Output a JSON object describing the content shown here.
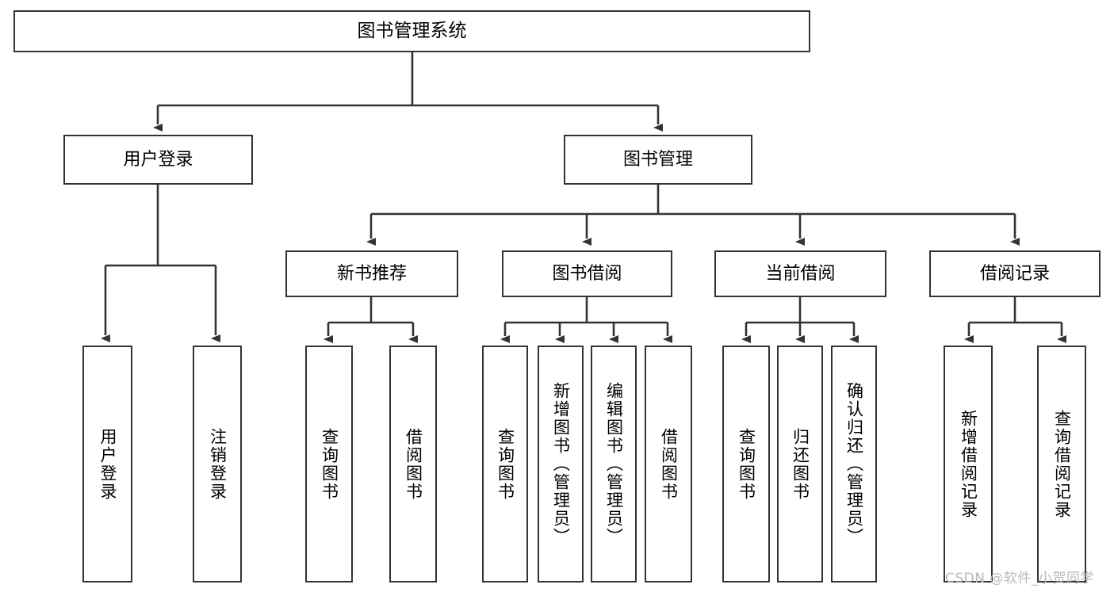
{
  "diagram": {
    "title": "图书管理系统",
    "root": {
      "id": "root",
      "label": "图书管理系统"
    },
    "level2": [
      {
        "id": "user-login",
        "label": "用户登录"
      },
      {
        "id": "book-manage",
        "label": "图书管理"
      }
    ],
    "level3": [
      {
        "id": "new-book-recommend",
        "label": "新书推荐"
      },
      {
        "id": "book-borrow",
        "label": "图书借阅"
      },
      {
        "id": "current-borrow",
        "label": "当前借阅"
      },
      {
        "id": "borrow-record",
        "label": "借阅记录"
      }
    ],
    "leaves": {
      "user_login": [
        {
          "id": "leaf-user-login",
          "label": "用户登录"
        },
        {
          "id": "leaf-logout",
          "label": "注销登录"
        }
      ],
      "new_book_recommend": [
        {
          "id": "leaf-query-book-1",
          "label": "查询图书"
        },
        {
          "id": "leaf-borrow-book-1",
          "label": "借阅图书"
        }
      ],
      "book_borrow": [
        {
          "id": "leaf-query-book-2",
          "label": "查询图书"
        },
        {
          "id": "leaf-add-book",
          "label": "新增图书（管理员）"
        },
        {
          "id": "leaf-edit-book",
          "label": "编辑图书（管理员）"
        },
        {
          "id": "leaf-borrow-book-2",
          "label": "借阅图书"
        }
      ],
      "current_borrow": [
        {
          "id": "leaf-query-book-3",
          "label": "查询图书"
        },
        {
          "id": "leaf-return-book",
          "label": "归还图书"
        },
        {
          "id": "leaf-confirm-return",
          "label": "确认归还（管理员）"
        }
      ],
      "borrow_record": [
        {
          "id": "leaf-add-record",
          "label": "新增借阅记录"
        },
        {
          "id": "leaf-query-record",
          "label": "查询借阅记录"
        }
      ]
    },
    "watermark": "CSDN @软件_小贺同学",
    "colors": {
      "border": "#333333",
      "background": "#ffffff",
      "text": "#000000",
      "connector": "#333333",
      "watermark": "#b9b9b9"
    }
  }
}
